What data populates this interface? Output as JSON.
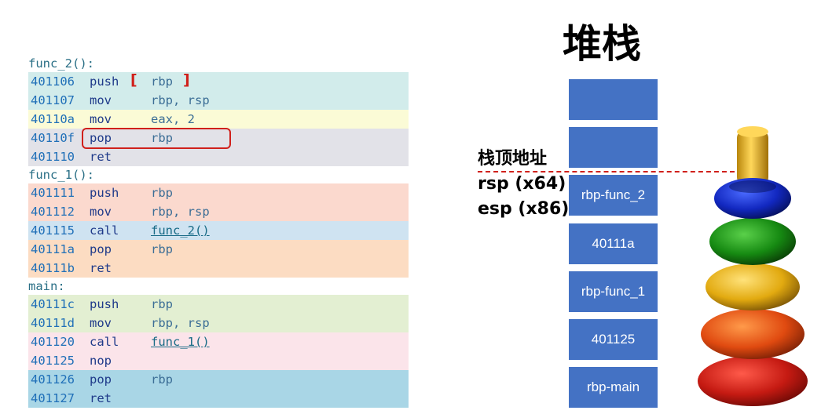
{
  "code": {
    "sections": [
      {
        "label": "func_2():",
        "rows": [
          {
            "addr": "401106",
            "op": "push",
            "arg": "rbp",
            "bg": "#d2eceb"
          },
          {
            "addr": "401107",
            "op": "mov",
            "arg": "rbp, rsp",
            "bg": "#d2eceb"
          },
          {
            "addr": "40110a",
            "op": "mov",
            "arg": "eax, 2",
            "bg": "#fbfbd6"
          },
          {
            "addr": "40110f",
            "op": "pop",
            "arg": "rbp",
            "bg": "#e2e2e8"
          },
          {
            "addr": "401110",
            "op": "ret",
            "arg": "",
            "bg": "#e2e2e8"
          }
        ]
      },
      {
        "label": "func_1():",
        "rows": [
          {
            "addr": "401111",
            "op": "push",
            "arg": "rbp",
            "bg": "#fbd9ce"
          },
          {
            "addr": "401112",
            "op": "mov",
            "arg": "rbp, rsp",
            "bg": "#fbd9ce"
          },
          {
            "addr": "401115",
            "op": "call",
            "arg": "func_2()",
            "bg": "#cfe3f1",
            "link": true
          },
          {
            "addr": "40111a",
            "op": "pop",
            "arg": "rbp",
            "bg": "#fcdcc2"
          },
          {
            "addr": "40111b",
            "op": "ret",
            "arg": "",
            "bg": "#fcdcc2"
          }
        ]
      },
      {
        "label": "main:",
        "rows": [
          {
            "addr": "40111c",
            "op": "push",
            "arg": "rbp",
            "bg": "#e3efd2"
          },
          {
            "addr": "40111d",
            "op": "mov",
            "arg": "rbp, rsp",
            "bg": "#e3efd2"
          },
          {
            "addr": "401120",
            "op": "call",
            "arg": "func_1()",
            "bg": "#fbe4ea",
            "link": true
          },
          {
            "addr": "401125",
            "op": "nop",
            "arg": "",
            "bg": "#fbe4ea"
          },
          {
            "addr": "401126",
            "op": "pop",
            "arg": "rbp",
            "bg": "#a9d6e6"
          },
          {
            "addr": "401127",
            "op": "ret",
            "arg": "",
            "bg": "#a9d6e6"
          }
        ]
      }
    ],
    "bracket_left": "[",
    "bracket_right": "]"
  },
  "stack": {
    "title": "堆栈",
    "slots": [
      "",
      "",
      "rbp-func_2",
      "40111a",
      "rbp-func_1",
      "401125",
      "rbp-main"
    ],
    "pointer_label": [
      "栈顶地址",
      "rsp (x64)",
      "esp (x86)"
    ]
  },
  "colors": {
    "slot": "#4472c4",
    "accent_red": "#d0201b"
  },
  "icons": {
    "tower": "stacking-rings-toy-icon"
  }
}
